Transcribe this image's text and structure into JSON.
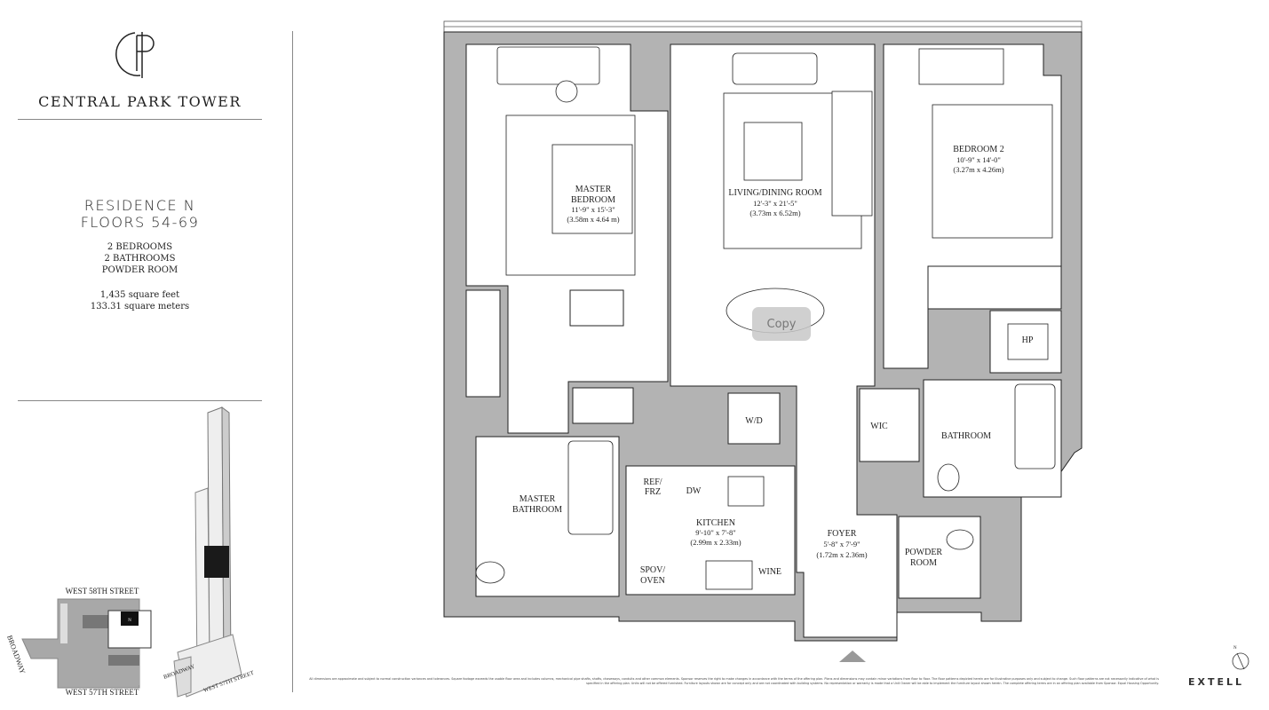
{
  "brand": {
    "name": "CENTRAL PARK TOWER",
    "logo_letters": "CP"
  },
  "residence": {
    "title": "RESIDENCE N",
    "floors": "FLOORS 54-69",
    "features": [
      "2 BEDROOMS",
      "2 BATHROOMS",
      "POWDER ROOM"
    ],
    "area_sqft": "1,435 square feet",
    "area_sqm": "133.31 square meters"
  },
  "site_map": {
    "north_street": "WEST 58TH STREET",
    "south_street": "WEST 57TH STREET",
    "west_street": "BROADWAY",
    "unit_marker": "N"
  },
  "tower_view": {
    "street_1": "BROADWAY",
    "street_2": "WEST 57TH STREET"
  },
  "rooms": {
    "master_bedroom": {
      "name_1": "MASTER",
      "name_2": "BEDROOM",
      "dim_ft": "11'-9\" x 15'-3\"",
      "dim_m": "(3.58m x 4.64 m)"
    },
    "living": {
      "name": "LIVING/DINING ROOM",
      "dim_ft": "12'-3\" x 21'-5\"",
      "dim_m": "(3.73m x 6.52m)"
    },
    "bedroom2": {
      "name": "BEDROOM 2",
      "dim_ft": "10'-9\" x 14'-0\"",
      "dim_m": "(3.27m x 4.26m)"
    },
    "kitchen": {
      "name": "KITCHEN",
      "dim_ft": "9'-10\" x 7'-8\"",
      "dim_m": "(2.99m x 2.33m)"
    },
    "foyer": {
      "name": "FOYER",
      "dim_ft": "5'-8\" x 7'-9\"",
      "dim_m": "(1.72m x 2.36m)"
    },
    "master_bath": {
      "name_1": "MASTER",
      "name_2": "BATHROOM"
    },
    "bathroom": {
      "name": "BATHROOM"
    },
    "powder": {
      "name_1": "POWDER",
      "name_2": "ROOM"
    },
    "wic": "WIC",
    "hp": "HP",
    "wd": "W/D",
    "ref_1": "REF/",
    "ref_2": "FRZ",
    "dw": "DW",
    "spov_1": "SPOV/",
    "spov_2": "OVEN",
    "wine": "WINE"
  },
  "tooltip": {
    "copy": "Copy"
  },
  "footer": {
    "disclaimer": "All dimensions are approximate and subject to normal construction variances and tolerances. Square footage exceeds the usable floor area and includes columns, mechanical pipe shafts, shafts, chaseways, conduits and other common elements. Sponsor reserves the right to make changes in accordance with the terms of the offering plan. Plans and dimensions may contain minor variations from floor to floor. The floor patterns depicted herein are for illustrative purposes only and subject to change. Such floor patterns are not necessarily indicative of what is specified in the offering plan. Units will not be offered furnished. Furniture layouts shown are for concept only and are not coordinated with building systems. No representation or warranty is made that a Unit Owner will be able to implement the furniture layout shown herein. The complete offering terms are in an offering plan available from Sponsor. Equal Housing Opportunity.",
    "developer": "EXTELL",
    "compass": "N"
  },
  "colors": {
    "wall": "#b3b3b3",
    "line": "#222222",
    "tower_band": "#1a1a1a"
  }
}
